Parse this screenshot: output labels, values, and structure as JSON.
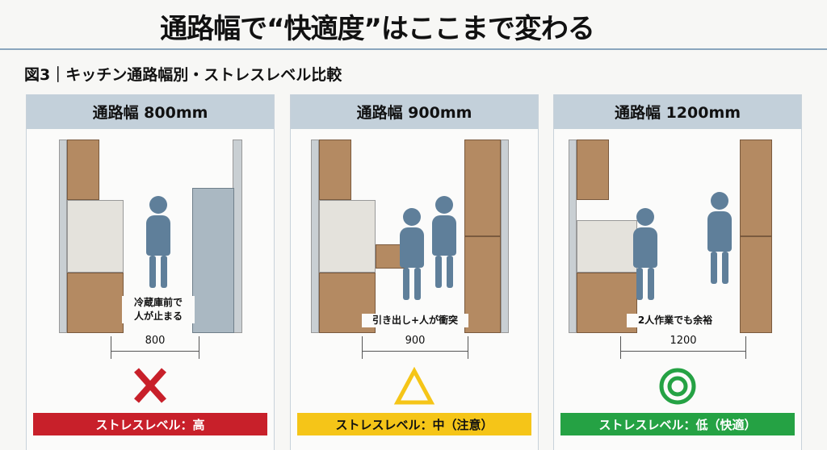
{
  "title": "通路幅で“快適度”はここまで変わる",
  "figure_label": "図3｜キッチン通路幅別・ストレスレベル比較",
  "panels": [
    {
      "header": "通路幅 800mm",
      "caption_line1": "冷蔵庫前で",
      "caption_line2": "人が止まる",
      "dimension": "800",
      "symbol": "cross-icon",
      "stress": "ストレスレベル：高",
      "color": "#c8202a",
      "text_color": "#ffffff"
    },
    {
      "header": "通路幅 900mm",
      "caption_line1": "引き出し+人が衝突",
      "dimension": "900",
      "symbol": "triangle-icon",
      "stress": "ストレスレベル：中（注意）",
      "color": "#f5c518",
      "text_color": "#111111"
    },
    {
      "header": "通路幅 1200mm",
      "caption_line1": "2人作業でも余裕",
      "dimension": "1200",
      "symbol": "double-circle-icon",
      "stress": "ストレスレベル：低（快適）",
      "color": "#25a244",
      "text_color": "#ffffff"
    }
  ]
}
